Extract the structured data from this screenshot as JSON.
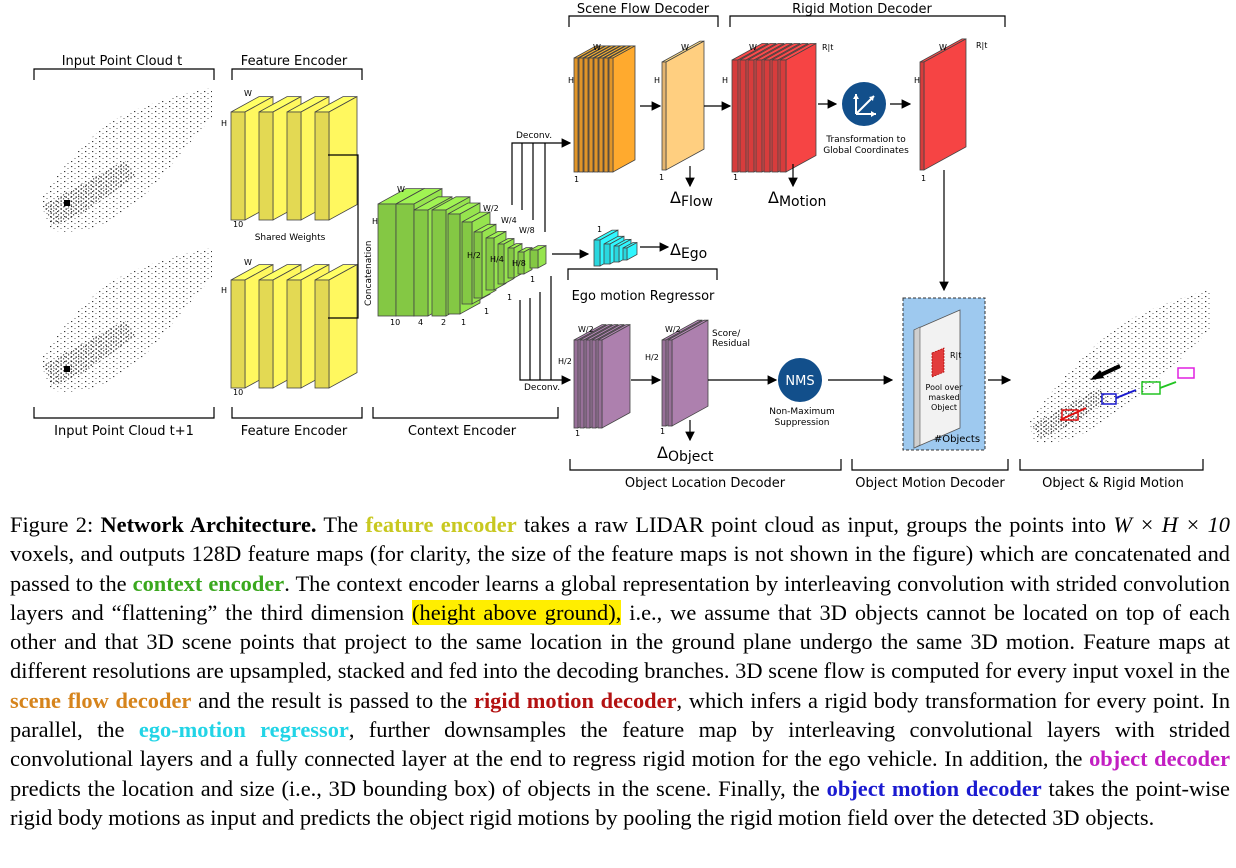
{
  "figure": {
    "groups": {
      "input_t": "Input Point Cloud t",
      "input_t1": "Input Point Cloud t+1",
      "feature_encoder_top": "Feature Encoder",
      "feature_encoder_bottom": "Feature Encoder",
      "context_encoder": "Context Encoder",
      "scene_flow_decoder": "Scene Flow Decoder",
      "rigid_motion_decoder": "Rigid Motion Decoder",
      "ego_motion_regressor": "Ego motion Regressor",
      "object_location_decoder": "Object Location Decoder",
      "object_motion_decoder": "Object Motion Decoder",
      "object_rigid_motion": "Object & Rigid Motion"
    },
    "labels": {
      "shared_weights": "Shared Weights",
      "concatenation": "Concatenation",
      "deconv_top": "Deconv.",
      "deconv_bottom": "Deconv.",
      "transformation_1": "Transformation to",
      "transformation_2": "Global Coordinates",
      "nms": "NMS",
      "nms_desc_1": "Non-Maximum",
      "nms_desc_2": "Suppression",
      "score_1": "Score/",
      "score_2": "Residual",
      "pool_1": "Pool over",
      "pool_2": "masked",
      "pool_3": "Object",
      "objects": "#Objects",
      "rt": "R|t",
      "w": "W",
      "h": "H",
      "w2": "W/2",
      "w4": "W/4",
      "w8": "W/8",
      "h2": "H/2",
      "h4": "H/4",
      "h8": "H/8",
      "n10": "10",
      "n4": "4",
      "n2": "2",
      "n1": "1"
    },
    "deltas": {
      "symbol": "Δ",
      "flow": "Flow",
      "motion": "Motion",
      "ego": "Ego",
      "object": "Object"
    },
    "colors": {
      "yellow": "#f7ec5a",
      "green": "#8fd94a",
      "orange": "#f5a22c",
      "orange_light": "#f9c57a",
      "red": "#ea4141",
      "cyan": "#2eeaf2",
      "purple": "#a57aa6",
      "blue_box": "#9ec9ef",
      "nms": "#124f8b"
    }
  },
  "caption": {
    "fig_label": "Figure 2: ",
    "title": "Network Architecture.",
    "s1": " The ",
    "feature_encoder": "feature encoder",
    "s2": " takes a raw LIDAR point cloud as input, groups the points into ",
    "math_dims": "W × H × 10",
    "s3": " voxels, and outputs 128D feature maps (for clarity, the size of the feature maps is not shown in the figure) which are concatenated and passed to the ",
    "context_encoder": "context encoder",
    "s4": ". The context encoder learns a global representation by interleaving convolution with strided convolution layers and “flattening” the third dimension ",
    "highlight": "(height above ground),",
    "s5": " i.e., we assume that 3D objects cannot be located on top of each other and that 3D scene points that project to the same location in the ground plane undergo the same 3D motion. Feature maps at different resolutions are upsampled, stacked and fed into the decoding branches. 3D scene flow is computed for every input voxel in the ",
    "scene_flow_decoder": "scene flow decoder",
    "s6": " and the result is passed to the ",
    "rigid_motion_decoder": "rigid motion decoder",
    "s7": ", which infers a rigid body transformation for every point. In parallel, the ",
    "ego_motion_regressor": "ego-motion regressor",
    "s8": ", further downsamples the feature map by interleaving convolutional layers with strided convolutional layers and a fully connected layer at the end to regress rigid motion for the ego vehicle. In addition, the ",
    "object_decoder": "object decoder",
    "s9": " predicts the location and size (i.e., 3D bounding box) of objects in the scene. Finally, the ",
    "object_motion_decoder": "object motion decoder",
    "s10": " takes the point-wise rigid body motions as input and predicts the object rigid motions by pooling the rigid motion field over the detected 3D objects."
  }
}
